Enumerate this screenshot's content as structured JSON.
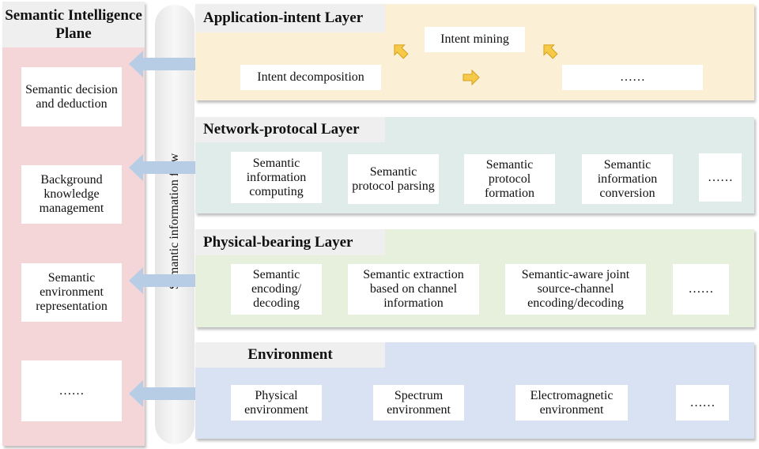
{
  "semantic_plane": {
    "title": "Semantic Intelligence Plane",
    "items": [
      "Semantic decision and deduction",
      "Background knowledge management",
      "Semantic environment representation",
      "……"
    ]
  },
  "flow_label": "Semantic information flow",
  "layers": {
    "application": {
      "title": "Application-intent Layer",
      "items": [
        "Intent mining",
        "Intent decomposition",
        "……"
      ]
    },
    "network": {
      "title": "Network-protocal Layer",
      "items": [
        "Semantic information computing",
        "Semantic protocol parsing",
        "Semantic protocol formation",
        "Semantic information conversion",
        "……"
      ]
    },
    "physical": {
      "title": "Physical-bearing Layer",
      "items": [
        "Semantic encoding/ decoding",
        "Semantic extraction based on channel information",
        "Semantic-aware joint source-channel encoding/decoding",
        "……"
      ]
    },
    "environment": {
      "title": "Environment",
      "items": [
        "Physical environment",
        "Spectrum environment",
        "Electromagnetic environment",
        "……"
      ]
    }
  },
  "colors": {
    "plane_bg": "#f4d6d8",
    "application_bg": "#fbf0d6",
    "network_bg": "#e0ecea",
    "physical_bg": "#e6f0dd",
    "environment_bg": "#d8e2f3",
    "title_bg": "#efefef",
    "double_arrow": "#b7cde6",
    "small_arrow": "#f7c948"
  },
  "icons": [
    "double-arrow-icon",
    "arrow-icon"
  ]
}
